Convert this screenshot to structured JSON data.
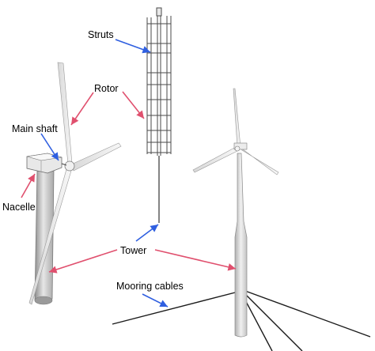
{
  "labels": {
    "struts": "Struts",
    "rotor": "Rotor",
    "main_shaft": "Main shaft",
    "nacelle": "Nacelle",
    "tower": "Tower",
    "mooring_cables": "Mooring cables"
  },
  "colors": {
    "red_arrow": "#e0506e",
    "blue_arrow": "#2f5fe0",
    "structure_light": "#f2f2f2",
    "structure_mid": "#cfcfcf",
    "structure_dark": "#9a9a9a",
    "outline": "#5a5a5a"
  }
}
